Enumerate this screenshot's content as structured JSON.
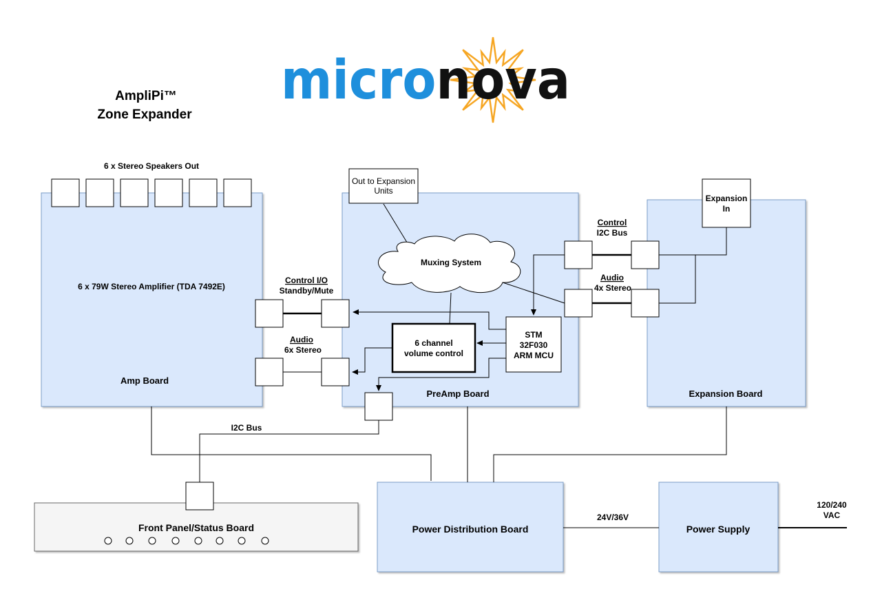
{
  "logo": {
    "part1": "micro",
    "part2": "nova",
    "colors": {
      "part1": "#1e8fdc",
      "part2": "#111111",
      "star": "#f6a623"
    }
  },
  "title": {
    "line1": "AmpliPi™",
    "line2": "Zone Expander"
  },
  "labels": {
    "speakers_out": "6 x Stereo Speakers Out",
    "amp_desc": "6 x 79W  Stereo Amplifier (TDA 7492E)",
    "amp_board": "Amp Board",
    "control_io": "Control I/O",
    "standby_mute": "Standby/Mute",
    "audio_amp": "Audio",
    "audio_6x": "6x Stereo",
    "out_expansion_1": "Out to Expansion",
    "out_expansion_2": "Units",
    "muxing": "Muxing System",
    "volume_1": "6 channel",
    "volume_2": "volume control",
    "stm_1": "STM",
    "stm_2": "32F030",
    "stm_3": "ARM MCU",
    "preamp_board": "PreAmp Board",
    "control_exp": "Control",
    "i2c_exp": "I2C Bus",
    "audio_exp": "Audio",
    "audio_4x": "4x Stereo",
    "expansion_in_1": "Expansion",
    "expansion_in_2": "In",
    "expansion_board": "Expansion Board",
    "i2c_bus": "I2C Bus",
    "front_panel": "Front Panel/Status Board",
    "power_dist": "Power Distribution Board",
    "voltage": "24V/36V",
    "power_supply": "Power Supply",
    "vac_1": "120/240",
    "vac_2": "VAC"
  },
  "colors": {
    "board_fill": "#dae8fc",
    "board_stroke": "#7a9cc6",
    "front_panel_fill": "#f5f5f5",
    "line": "#000000"
  }
}
